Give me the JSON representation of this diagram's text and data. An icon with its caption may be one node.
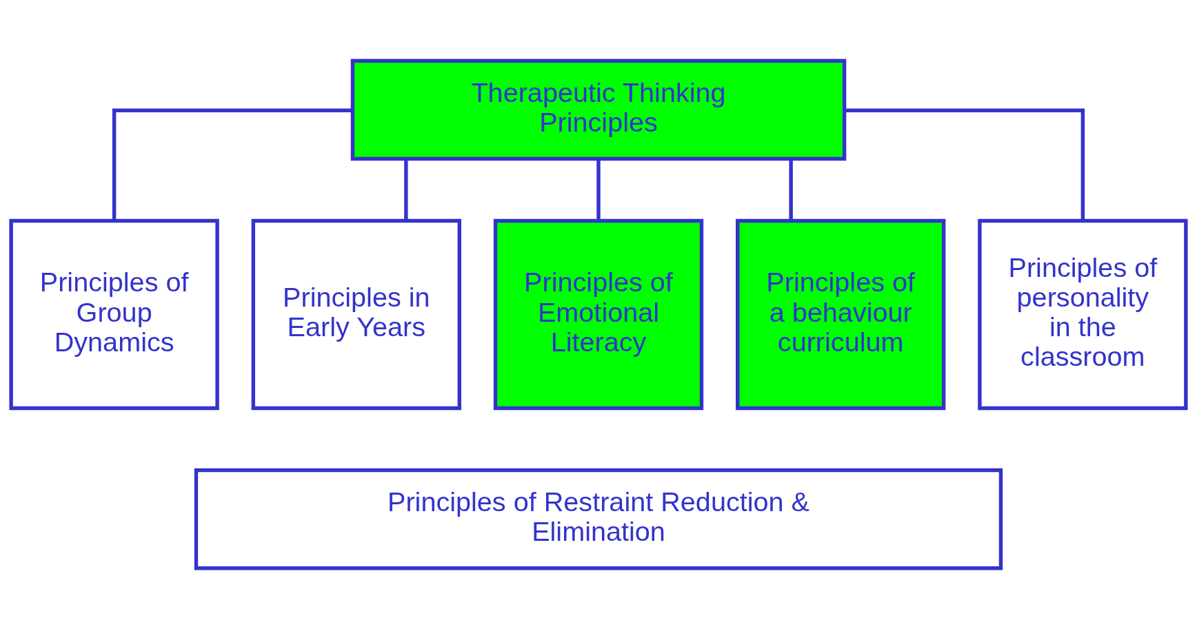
{
  "diagram": {
    "nodes": [
      {
        "text": [
          "Therapeutic Thinking Principles"
        ]
      },
      {
        "text": [
          "Principles of Group Dynamics"
        ]
      },
      {
        "text": [
          "Principles in Early Years"
        ]
      },
      {
        "text": [
          "Principles of Emotional Literacy"
        ]
      },
      {
        "text": [
          "Principles of a behaviour curriculum"
        ]
      },
      {
        "text": [
          "Principles of personality in the classroom"
        ]
      },
      {
        "text": [
          "Principles of Restraint Reduction & Elimination"
        ]
      }
    ],
    "edges": [
      {
        "from": 0,
        "to": 1,
        "arrow": "none"
      },
      {
        "from": 0,
        "to": 2,
        "arrow": "none"
      },
      {
        "from": 0,
        "to": 3,
        "arrow": "none"
      },
      {
        "from": 0,
        "to": 4,
        "arrow": "none"
      },
      {
        "from": 0,
        "to": 5,
        "arrow": "none"
      }
    ]
  }
}
